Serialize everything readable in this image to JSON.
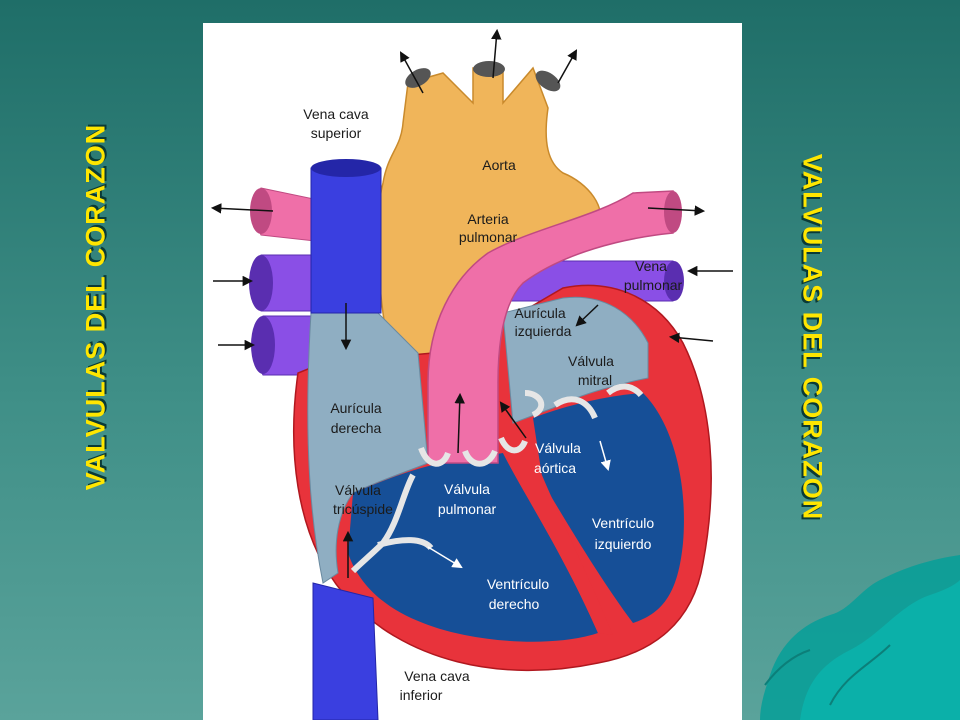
{
  "slide": {
    "title_left": "VALVULAS DEL CORAZON",
    "title_right": "VALVULAS DEL CORAZON"
  },
  "colors": {
    "background": "#2f7f78",
    "title": "#ffe600",
    "aorta": "#f0b55a",
    "pulmonary_artery": "#ef6fa8",
    "vena_cava": "#3a3fe0",
    "pulmonary_vein": "#8a4fe6",
    "muscle": "#e8333b",
    "atrium": "#8faec2",
    "ventricle": "#164f97",
    "valve": "#e6e6e6"
  },
  "labels": {
    "vena_cava_superior": [
      "Vena cava",
      "superior"
    ],
    "aorta": [
      "Aorta"
    ],
    "arteria_pulmonar": [
      "Arteria",
      "pulmonar"
    ],
    "vena_pulmonar": [
      "Vena",
      "pulmonar"
    ],
    "auricula_izquierda": [
      "Aurícula",
      "izquierda"
    ],
    "valvula_mitral": [
      "Válvula",
      "mitral"
    ],
    "auricula_derecha": [
      "Aurícula",
      "derecha"
    ],
    "valvula_aortica": [
      "Válvula",
      "aórtica"
    ],
    "valvula_tricuspide": [
      "Válvula",
      "tricúspide"
    ],
    "valvula_pulmonar": [
      "Válvula",
      "pulmonar"
    ],
    "ventriculo_izquierdo": [
      "Ventrículo",
      "izquierdo"
    ],
    "ventriculo_derecho": [
      "Ventrículo",
      "derecho"
    ],
    "vena_cava_inferior": [
      "Vena cava",
      "inferior"
    ]
  }
}
